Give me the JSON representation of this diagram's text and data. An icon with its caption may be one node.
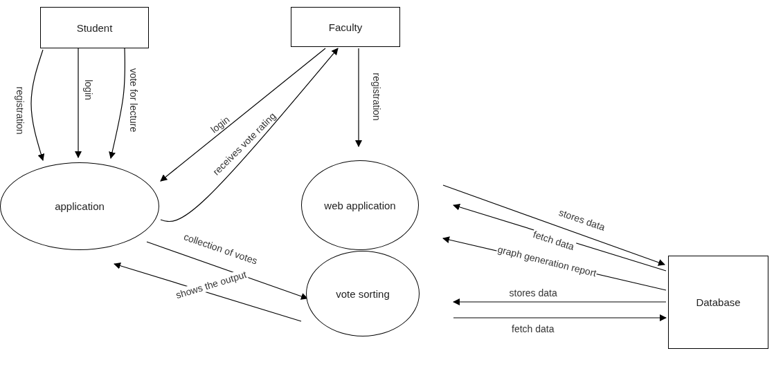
{
  "diagram": {
    "nodes": [
      {
        "text": [
          "Student"
        ]
      },
      {
        "text": [
          "Faculty"
        ]
      },
      {
        "text": [
          "application"
        ]
      },
      {
        "text": [
          "web application"
        ]
      },
      {
        "text": [
          "vote sorting"
        ]
      },
      {
        "text": [
          "Database"
        ]
      }
    ],
    "edges": [
      {
        "from": 0,
        "to": 2,
        "arrow": "to",
        "label": "registration"
      },
      {
        "from": 0,
        "to": 2,
        "arrow": "to",
        "label": "login"
      },
      {
        "from": 0,
        "to": 2,
        "arrow": "to",
        "label": "vote for lecture"
      },
      {
        "from": 1,
        "to": 2,
        "arrow": "to",
        "label": "login"
      },
      {
        "from": 2,
        "to": 1,
        "arrow": "to",
        "label": "receives vote rating"
      },
      {
        "from": 1,
        "to": 3,
        "arrow": "to",
        "label": "registration"
      },
      {
        "from": 3,
        "to": 5,
        "arrow": "to",
        "label": "stores data"
      },
      {
        "from": 5,
        "to": 3,
        "arrow": "to",
        "label": "fetch data"
      },
      {
        "from": 5,
        "to": 3,
        "arrow": "to",
        "label": "graph generation report"
      },
      {
        "from": 2,
        "to": 4,
        "arrow": "to",
        "label": "collection of votes"
      },
      {
        "from": 4,
        "to": 2,
        "arrow": "to",
        "label": "shows the output"
      },
      {
        "from": 5,
        "to": 4,
        "arrow": "to",
        "label": "stores data"
      },
      {
        "from": 4,
        "to": 5,
        "arrow": "to",
        "label": "fetch data"
      }
    ]
  }
}
